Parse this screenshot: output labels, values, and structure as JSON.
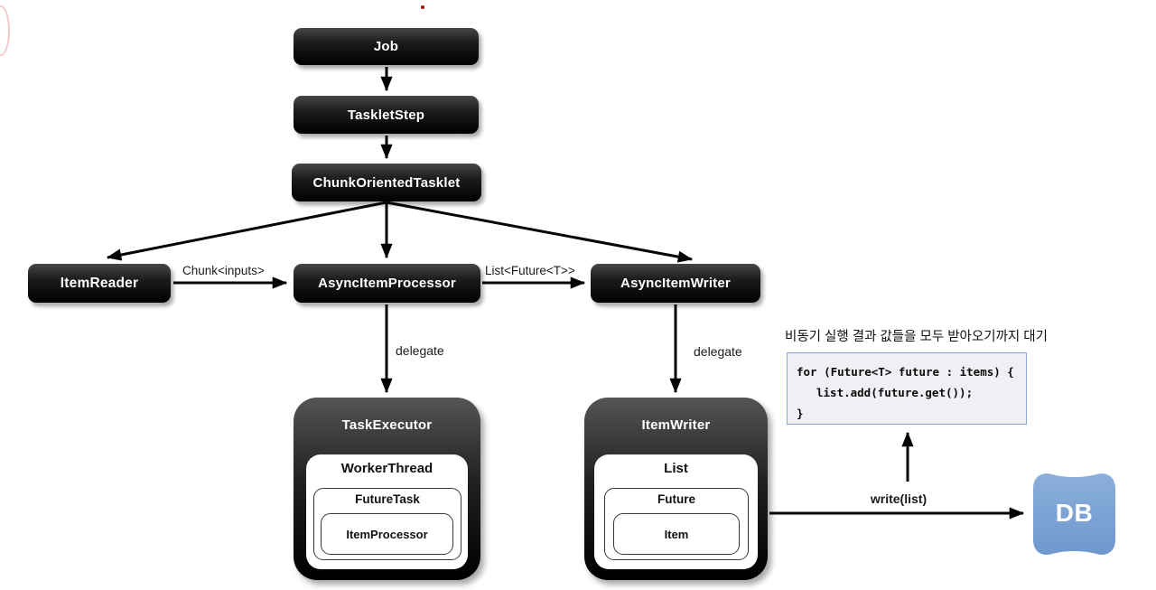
{
  "diagram": {
    "nodes": {
      "job": "Job",
      "tasklet_step": "TaskletStep",
      "chunk_oriented_tasklet": "ChunkOrientedTasklet",
      "item_reader": "ItemReader",
      "async_item_processor": "AsyncItemProcessor",
      "async_item_writer": "AsyncItemWriter",
      "task_executor": "TaskExecutor",
      "worker_thread": "WorkerThread",
      "future_task": "FutureTask",
      "item_processor": "ItemProcessor",
      "item_writer": "ItemWriter",
      "list": "List",
      "future": "Future",
      "item": "Item",
      "db": "DB"
    },
    "edge_labels": {
      "chunk_inputs": "Chunk<inputs>",
      "list_future": "List<Future<T>>",
      "delegate_processor": "delegate",
      "delegate_writer": "delegate",
      "write_list": "write(list)"
    },
    "note": "비동기 실행 결과 값들을 모두 받아오기까지 대기",
    "code": {
      "lines": [
        "for (Future<T> future : items) {",
        "list.add(future.get());",
        "}"
      ]
    },
    "colors": {
      "node_fill": "#0d0d0d",
      "db_fill": "#7fa5d6",
      "code_bg": "#eef0f4",
      "code_border": "#84a7d3",
      "marker_dot": "#9a1414"
    }
  }
}
